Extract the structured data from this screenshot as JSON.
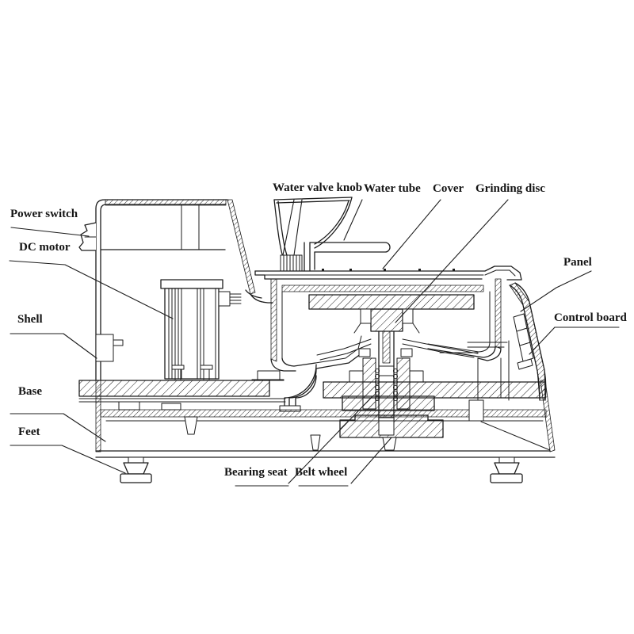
{
  "diagram": {
    "type": "technical-cross-section",
    "subject": "grinding machine side section view",
    "colors": {
      "line": "#1c1c1c",
      "background": "#ffffff"
    },
    "labels": [
      {
        "id": "power-switch",
        "text": "Power switch"
      },
      {
        "id": "dc-motor",
        "text": "DC motor"
      },
      {
        "id": "shell",
        "text": "Shell"
      },
      {
        "id": "base",
        "text": "Base"
      },
      {
        "id": "feet",
        "text": "Feet"
      },
      {
        "id": "water-valve-knob",
        "text": "Water valve knob"
      },
      {
        "id": "water-tube",
        "text": "Water tube"
      },
      {
        "id": "cover",
        "text": "Cover"
      },
      {
        "id": "grinding-disc",
        "text": "Grinding disc"
      },
      {
        "id": "panel",
        "text": "Panel"
      },
      {
        "id": "control-board",
        "text": "Control board"
      },
      {
        "id": "bearing-seat",
        "text": "Bearing seat"
      },
      {
        "id": "belt-wheel",
        "text": "Belt wheel"
      }
    ]
  }
}
